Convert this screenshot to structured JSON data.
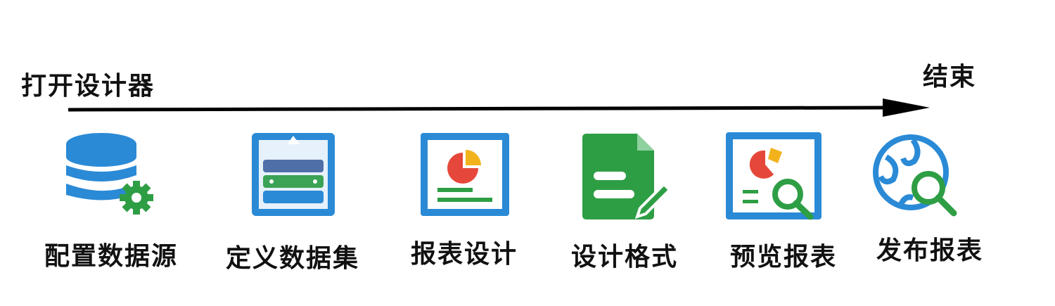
{
  "flow": {
    "start_label": "打开设计器",
    "end_label": "结束",
    "steps": [
      {
        "label": "配置数据源",
        "icon": "database-gear-icon"
      },
      {
        "label": "定义数据集",
        "icon": "dataset-layers-icon"
      },
      {
        "label": "报表设计",
        "icon": "report-chart-icon"
      },
      {
        "label": "设计格式",
        "icon": "document-edit-icon"
      },
      {
        "label": "预览报表",
        "icon": "report-preview-icon"
      },
      {
        "label": "发布报表",
        "icon": "globe-search-icon"
      }
    ]
  },
  "colors": {
    "blue": "#2a8ad6",
    "green": "#2e9e45",
    "red": "#e5483a",
    "yellow": "#f2b21c"
  }
}
